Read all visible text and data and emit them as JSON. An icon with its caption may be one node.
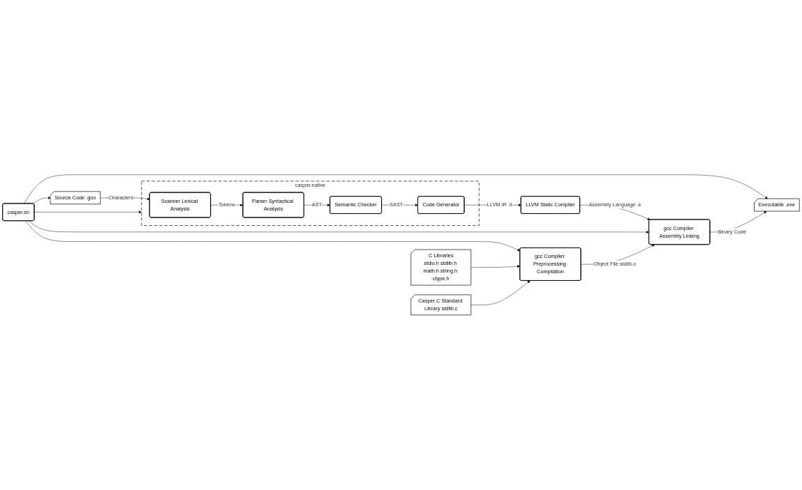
{
  "diagram": {
    "nodes": [
      {
        "text": [
          "Source Code .goo"
        ]
      },
      {
        "text": [
          "casper.native"
        ]
      },
      {
        "text": [
          "Scanner Lexical Analysis"
        ],
        "in": 1
      },
      {
        "text": [
          "Parser Syntactical Analysis"
        ],
        "in": 1
      },
      {
        "text": [
          "Semantic Checker"
        ],
        "in": 1
      },
      {
        "text": [
          "Code Generator"
        ],
        "in": 1
      },
      {
        "text": [
          "casper.sh"
        ]
      },
      {
        "text": [
          "C Libraries",
          "stdio.h stdlib.h math.h string.h ctype.h"
        ]
      },
      {
        "text": [
          "LLVM Static Compiler"
        ]
      },
      {
        "text": [
          "Casper C Standard Library stdlib.c"
        ]
      },
      {
        "text": [
          "gcc Compiler Preprocessing Compilation"
        ]
      },
      {
        "text": [
          "gcc Compiler Assembly Linking"
        ]
      },
      {
        "text": [
          "Executable .exe"
        ]
      }
    ],
    "edges": [
      {
        "from": 0,
        "to": 2,
        "arrow": "to",
        "label": "Characters"
      },
      {
        "from": 2,
        "to": 3,
        "arrow": "to",
        "label": "Tokens"
      },
      {
        "from": 3,
        "to": 4,
        "arrow": "to",
        "label": "AST"
      },
      {
        "from": 4,
        "to": 5,
        "arrow": "to",
        "label": "SAST"
      },
      {
        "from": 5,
        "to": 8,
        "arrow": "to",
        "label": "LLVM IR .ll"
      },
      {
        "from": 8,
        "to": 11,
        "arrow": "to",
        "label": "Assembly Language .s"
      },
      {
        "from": 6,
        "to": 0,
        "arrow": "to"
      },
      {
        "from": 6,
        "to": 1,
        "arrow": "to"
      },
      {
        "from": 6,
        "to": 10,
        "arrow": "to"
      },
      {
        "from": 6,
        "to": 11,
        "arrow": "to"
      },
      {
        "from": 6,
        "to": 12,
        "arrow": "to"
      },
      {
        "from": 7,
        "to": 10,
        "arrow": "to"
      },
      {
        "from": 9,
        "to": 10,
        "arrow": "to"
      },
      {
        "from": 10,
        "to": 11,
        "arrow": "to",
        "label": "Object File stdlib.o"
      },
      {
        "from": 11,
        "to": 12,
        "arrow": "to",
        "label": "Binary Code"
      }
    ]
  }
}
